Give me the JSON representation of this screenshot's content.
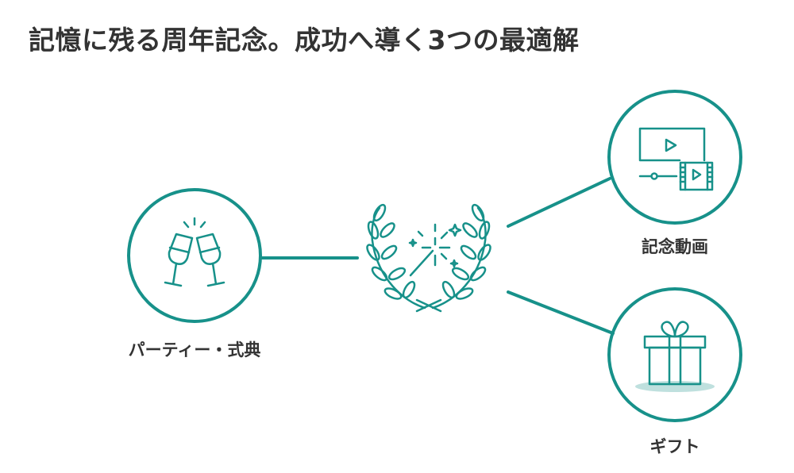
{
  "title": "記憶に残る周年記念。成功へ導く3つの最適解",
  "colors": {
    "accent": "#17918a",
    "text": "#333333",
    "shadow": "#bfe0de"
  },
  "nodes": {
    "center": {
      "icon": "laurel-sparkle-icon"
    },
    "party": {
      "label": "パーティー・式典",
      "icon": "champagne-toast-icon"
    },
    "video": {
      "label": "記念動画",
      "icon": "video-player-icon"
    },
    "gift": {
      "label": "ギフト",
      "icon": "gift-box-icon"
    }
  }
}
